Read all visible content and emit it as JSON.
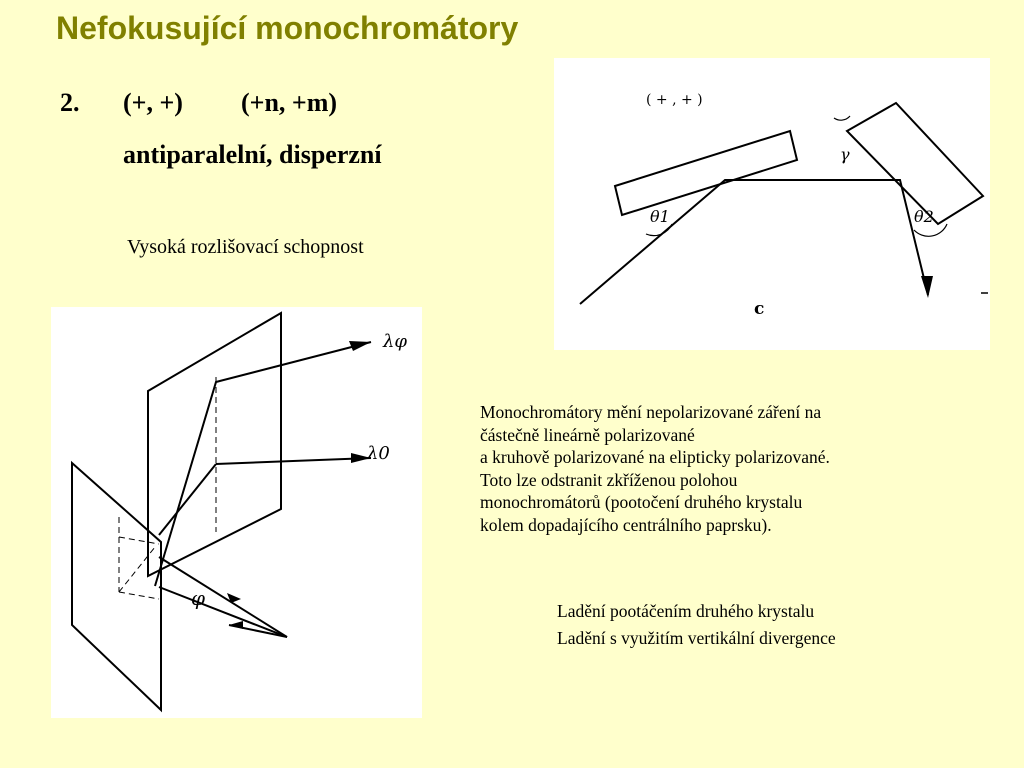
{
  "slide": {
    "title": "Nefokusující monochromátory",
    "item_number": "2.",
    "sign_pair_1": "(+, +)",
    "sign_pair_2": "(+n, +m)",
    "subtitle": "antiparalelní, disperzní",
    "resolution_note": "Vysoká rozlišovací schopnost",
    "description_lines": [
      "Monochromátory mění nepolarizované záření na",
      "částečně lineárně polarizované",
      "a kruhově polarizované na elipticky polarizované.",
      "Toto lze odstranit zkříženou polohou",
      "monochromátorů (pootočení druhého krystalu",
      "kolem dopadajícího centrálního paprsku)."
    ],
    "tuning_lines": [
      "Ladění pootáčením druhého krystalu",
      "Ladění s využitím vertikální divergence"
    ]
  },
  "figure_top": {
    "label_signs": "( + , + )",
    "label_theta1": "θ1",
    "label_gamma": "γ",
    "label_theta2": "θ2",
    "label_c": "c"
  },
  "figure_bottom": {
    "label_lambda_phi": "λφ",
    "label_lambda_0": "λ0",
    "label_phi": "φ"
  }
}
